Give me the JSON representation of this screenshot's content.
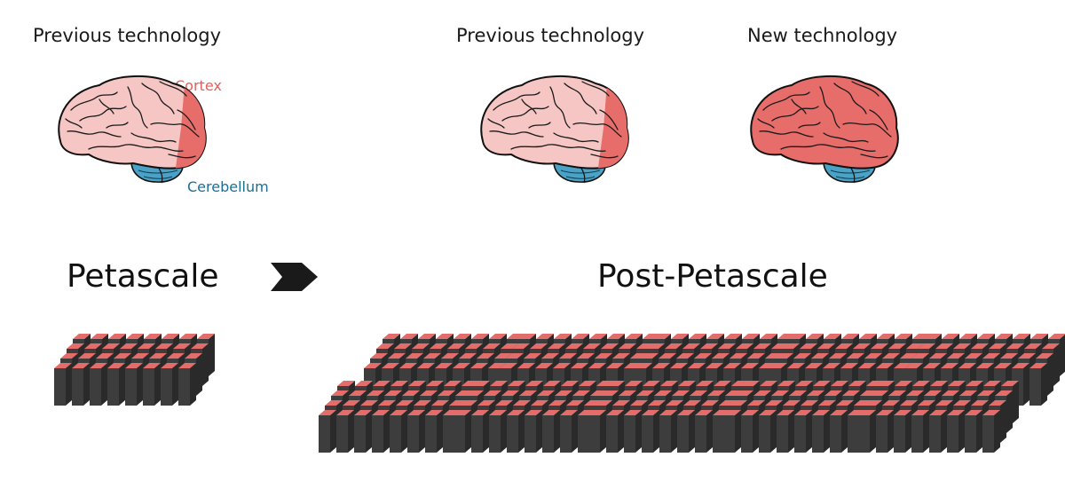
{
  "headings": {
    "left": "Previous technology",
    "middle": "Previous technology",
    "right": "New technology"
  },
  "labels": {
    "cortex": "Cortex",
    "cerebellum": "Cerebellum"
  },
  "scales": {
    "left": "Petascale",
    "right": "Post-Petascale"
  },
  "colors": {
    "cortex_pale": "#f5c6c3",
    "cortex_red": "#e76d6b",
    "cerebellum": "#4aa3c7",
    "label_cortex": "#e15f5c",
    "label_cerebellum": "#1d6f94",
    "rack_front": "#3d3d3d",
    "rack_side": "#2a2a2a",
    "rack_top": "#e26d6b",
    "arrow": "#1a1a1a"
  },
  "brains": [
    {
      "id": "brain-previous-labeled",
      "fill_mode": "partial"
    },
    {
      "id": "brain-previous",
      "fill_mode": "partial"
    },
    {
      "id": "brain-new",
      "fill_mode": "full"
    }
  ],
  "supercomputers": {
    "petascale_blocks": 1,
    "post_petascale_blocks": 10
  }
}
